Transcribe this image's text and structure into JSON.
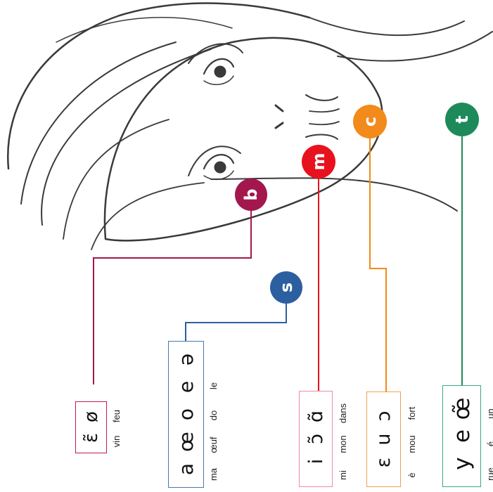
{
  "face": {
    "image": "line-drawing-face"
  },
  "groups": [
    {
      "id": "b",
      "label": "b",
      "color": "#a3174e",
      "symbols": [
        "ɛ̃",
        "ø"
      ],
      "words": [
        "vin",
        "feu"
      ]
    },
    {
      "id": "s",
      "label": "s",
      "color": "#2c5fa0",
      "symbols": [
        "a",
        "œ",
        "o",
        "e",
        "ə"
      ],
      "words": [
        "ma",
        "œuf",
        "do",
        "le"
      ]
    },
    {
      "id": "m",
      "label": "m",
      "color": "#e8121e",
      "symbols": [
        "i",
        "ɔ̃",
        "ɑ̃"
      ],
      "words": [
        "mi",
        "mon",
        "dans"
      ]
    },
    {
      "id": "c",
      "label": "c",
      "color": "#f28a1c",
      "symbols": [
        "ɛ",
        "u",
        "ɔ"
      ],
      "words": [
        "è",
        "mou",
        "fort"
      ]
    },
    {
      "id": "t",
      "label": "t",
      "color": "#1e8a5c",
      "symbols": [
        "y",
        "e",
        "œ̃"
      ],
      "words": [
        "rue",
        "é",
        "un"
      ]
    }
  ]
}
